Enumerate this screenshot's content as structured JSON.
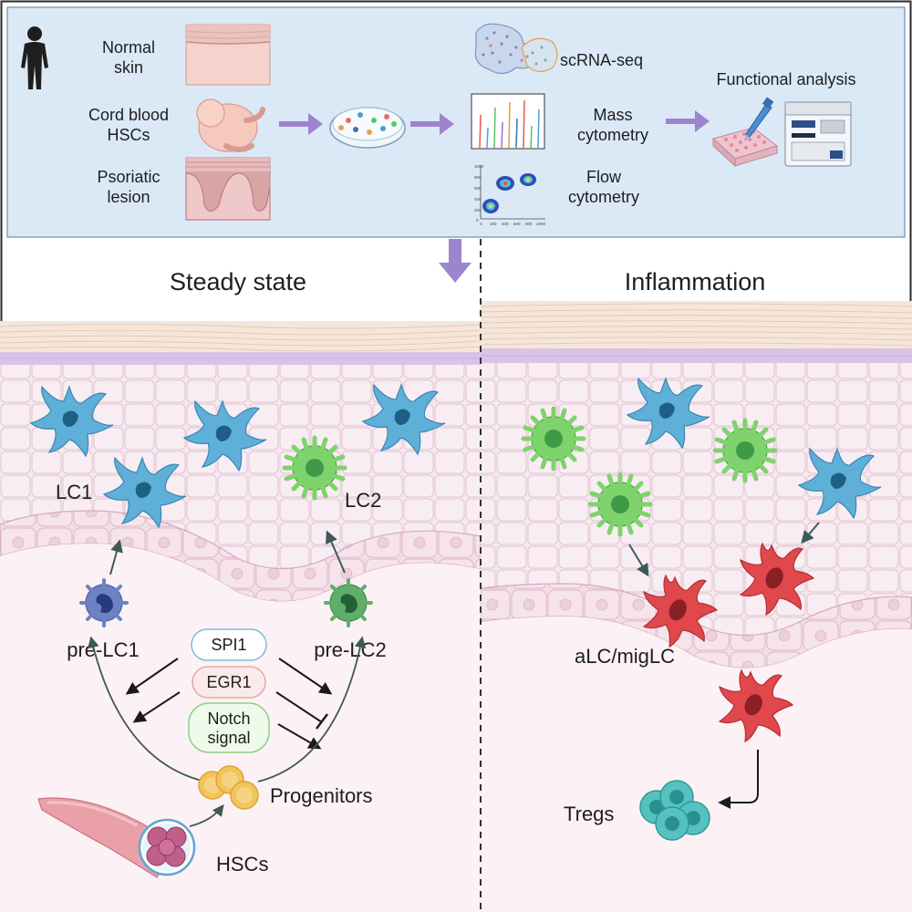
{
  "top_panel": {
    "sources": [
      "Normal skin",
      "Cord blood HSCs",
      "Psoriatic lesion"
    ],
    "source_lines": [
      [
        "Normal",
        "skin"
      ],
      [
        "Cord blood",
        "HSCs"
      ],
      [
        "Psoriatic",
        "lesion"
      ]
    ],
    "methods": {
      "scrna": "scRNA-seq",
      "mass": [
        "Mass",
        "cytometry"
      ],
      "flow": [
        "Flow",
        "cytometry"
      ],
      "functional": "Functional analysis"
    },
    "flow_ticks_x": [
      "0",
      "200",
      "400",
      "600",
      "800",
      "1000"
    ],
    "flow_ticks_y": [
      "1000",
      "800",
      "600",
      "400",
      "200",
      "0"
    ]
  },
  "steady_state": {
    "title": "Steady state",
    "labels": {
      "lc1": "LC1",
      "lc2": "LC2",
      "pre_lc1": "pre-LC1",
      "pre_lc2": "pre-LC2",
      "progenitors": "Progenitors",
      "hscs": "HSCs"
    },
    "factors": [
      "SPI1",
      "EGR1",
      [
        "Notch",
        "signal"
      ]
    ]
  },
  "inflammation": {
    "title": "Inflammation",
    "labels": {
      "alc": "aLC/migLC",
      "tregs": "Tregs"
    }
  },
  "colors": {
    "top_bg": "#dbe9f7",
    "lc1": "#5fb0d8",
    "lc2": "#7fd36c",
    "activated": "#e0484c",
    "pre_lc1": "#6d82c4",
    "pre_lc2": "#5fae6a",
    "progenitor": "#f2c45a",
    "treg": "#55c2c2",
    "arrow_purple": "#9d84cf"
  }
}
